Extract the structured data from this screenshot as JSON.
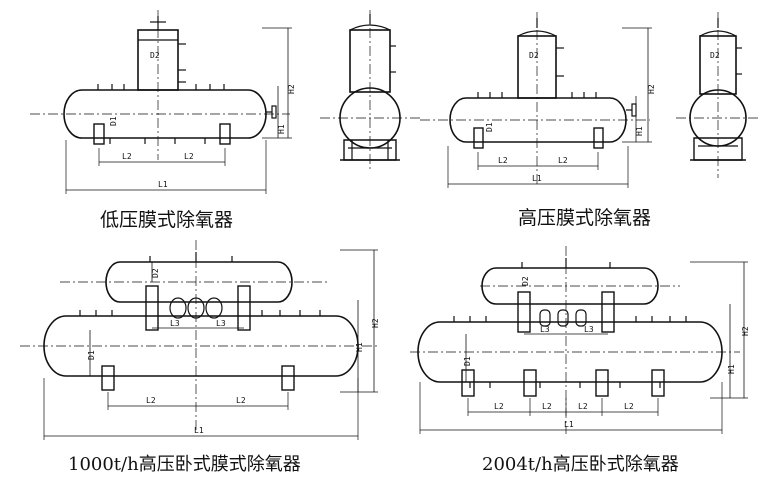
{
  "captions": {
    "low_pressure": "低压膜式除氧器",
    "high_pressure": "高压膜式除氧器",
    "t1000": "1000t/h高压卧式膜式除氧器",
    "t2004": "2004t/h高压卧式除氧器"
  },
  "labels": {
    "D1": "D1",
    "D2": "D2",
    "L1": "L1",
    "L2": "L2",
    "L3": "L3",
    "H1": "H1",
    "H2": "H2"
  },
  "colors": {
    "line": "#111111",
    "background": "#ffffff"
  }
}
